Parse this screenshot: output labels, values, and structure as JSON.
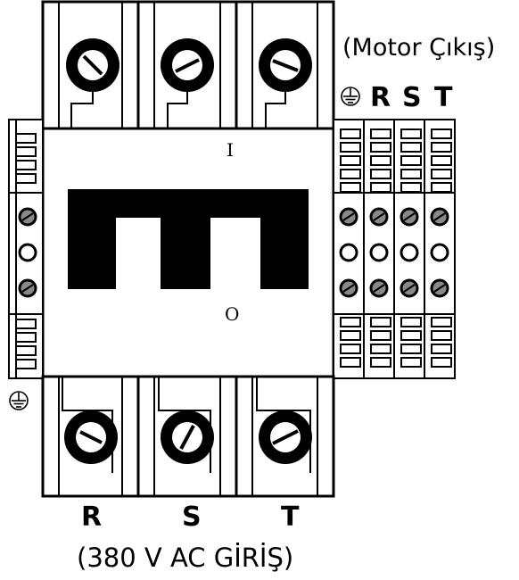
{
  "labels": {
    "motor_output": "(Motor Çıkış)",
    "input": "(380 V AC GİRİŞ)",
    "switch_on": "I",
    "switch_off": "O"
  },
  "top_phases": [
    "R",
    "S",
    "T"
  ],
  "bottom_phases": [
    "R",
    "S",
    "T"
  ],
  "icons": {
    "earth": "earth-ground-icon",
    "terminal_screw": "terminal-screw-icon"
  }
}
